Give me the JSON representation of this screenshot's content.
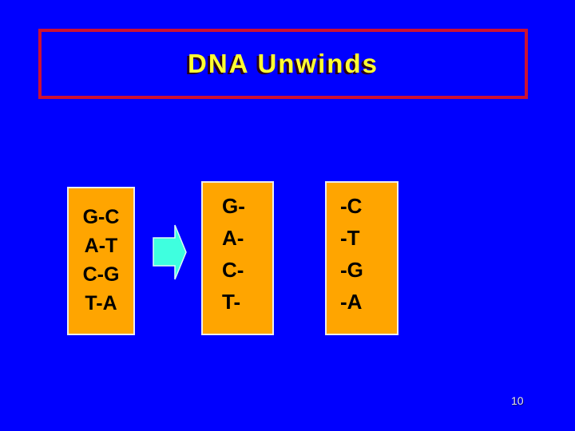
{
  "title": "DNA Unwinds",
  "page_number": "10",
  "boxes": [
    {
      "name": "paired-strand",
      "lines": [
        "G-C",
        "A-T",
        "C-G",
        "T-A"
      ]
    },
    {
      "name": "left-strand",
      "lines": [
        "G-",
        "A-",
        "C-",
        "T-"
      ]
    },
    {
      "name": "right-strand",
      "lines": [
        "-C",
        "-T",
        "-G",
        "-A"
      ]
    }
  ],
  "arrow": {
    "icon": "right-block-arrow",
    "direction": "right"
  },
  "colors": {
    "background": "#0000FF",
    "title_text": "#FFFF33",
    "title_border": "#CC1133",
    "box_fill": "#FFA500",
    "box_border": "#EDEDED",
    "box_text": "#000000",
    "arrow_fill": "#3FFFDF",
    "arrow_outline": "#DFFFF6",
    "page_number_text": "#E8E8E8"
  }
}
